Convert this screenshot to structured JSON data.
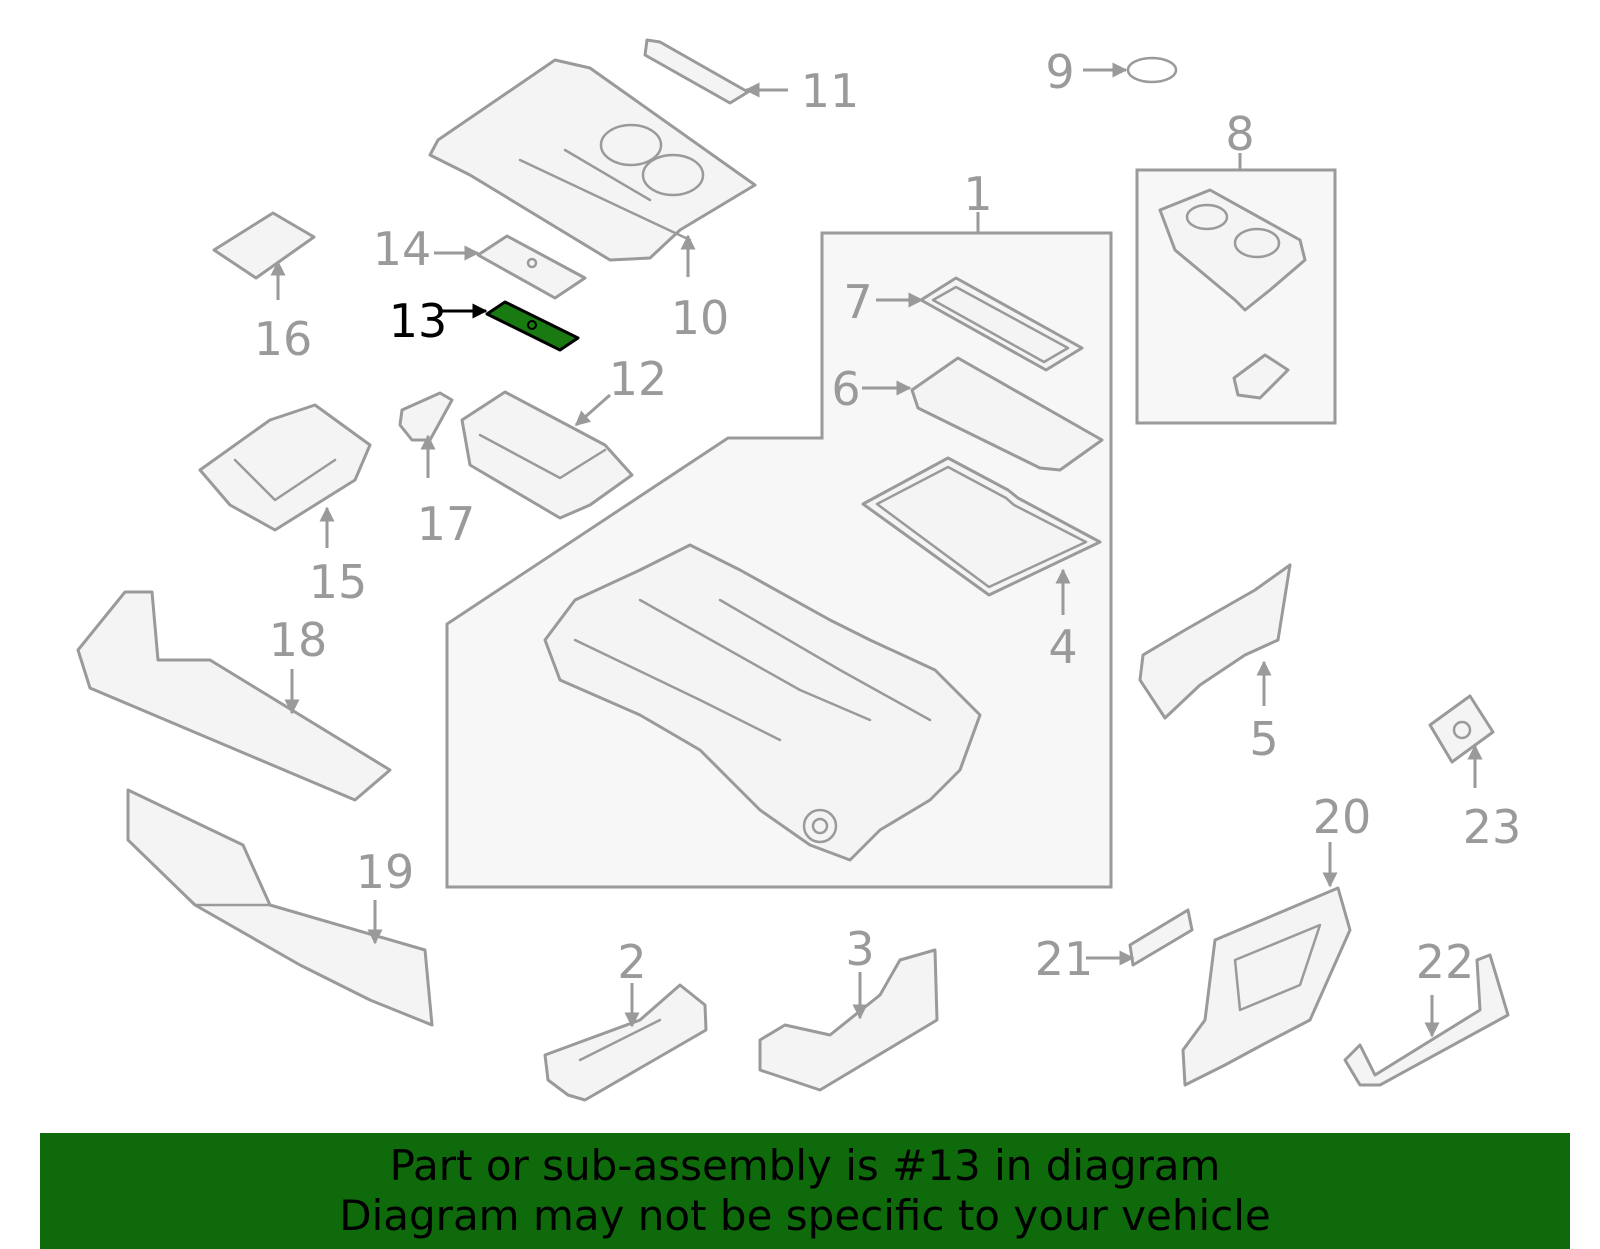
{
  "colors": {
    "line": "#9a9a9a",
    "highlight_part": "#1a7a12",
    "banner_bg": "#0f6a0c",
    "banner_text": "#000000"
  },
  "diagram": {
    "highlighted_callout": "13",
    "callouts": [
      "1",
      "2",
      "3",
      "4",
      "5",
      "6",
      "7",
      "8",
      "9",
      "10",
      "11",
      "12",
      "13",
      "14",
      "15",
      "16",
      "17",
      "18",
      "19",
      "20",
      "21",
      "22",
      "23"
    ]
  },
  "banner": {
    "line1": "Part or sub-assembly is #13 in diagram",
    "line2": "Diagram may not be specific to your vehicle"
  }
}
